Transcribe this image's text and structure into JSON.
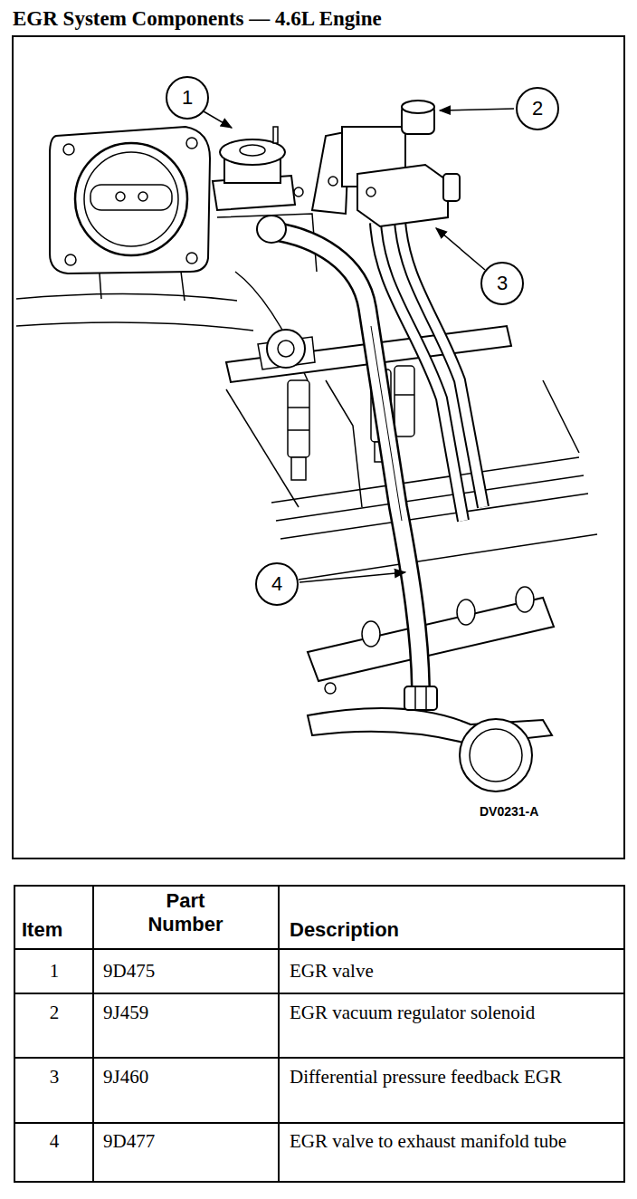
{
  "diagram": {
    "title": "EGR System Components — 4.6L Engine",
    "nodes": [
      {
        "text": [
          "1"
        ]
      },
      {
        "text": [
          "2"
        ]
      },
      {
        "text": [
          "3"
        ]
      },
      {
        "text": [
          "4"
        ]
      }
    ],
    "labels": [
      "DV0231-A",
      "Item",
      "Part Number",
      "Description",
      "1",
      "9D475",
      "EGR valve",
      "2",
      "9J459",
      "EGR vacuum regulator solenoid",
      "3",
      "9J460",
      "Differential pressure feedback EGR",
      "4",
      "9D477",
      "EGR valve to exhaust manifold tube"
    ]
  }
}
